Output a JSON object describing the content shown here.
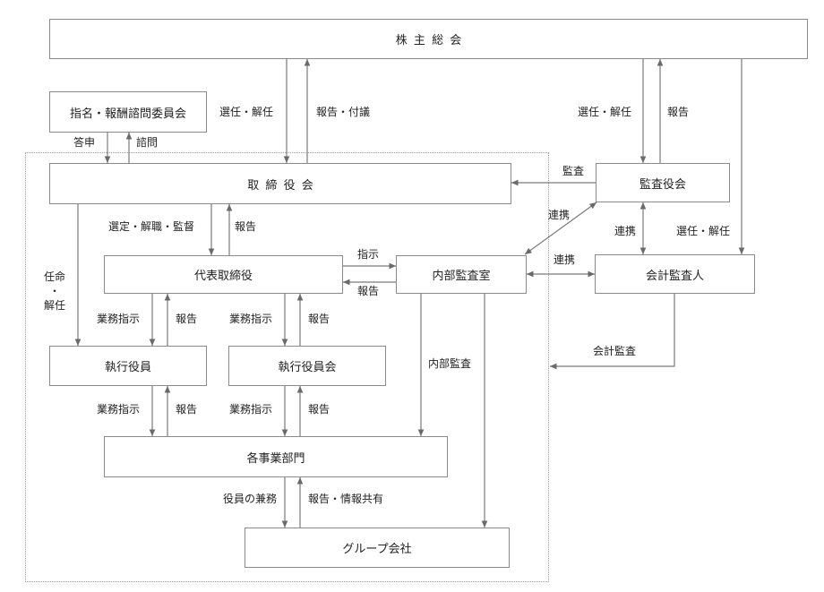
{
  "nodes": {
    "shareholders": "株主総会",
    "nomination": "指名・報酬諮問委員会",
    "board": "取締役会",
    "audit_board": "監査役会",
    "representative": "代表取締役",
    "internal_audit": "内部監査室",
    "accounting_auditor": "会計監査人",
    "executive_officer": "執行役員",
    "executive_committee": "執行役員会",
    "departments": "各事業部門",
    "group_companies": "グループ会社"
  },
  "labels": {
    "elect_dismiss_1": "選任・解任",
    "report_proposal": "報告・付議",
    "elect_dismiss_2": "選任・解任",
    "report_1": "報告",
    "answer": "答申",
    "consult": "諮問",
    "audit": "監査",
    "coop_1": "連携",
    "coop_2": "連携",
    "elect_dismiss_3": "選任・解任",
    "coop_3": "連携",
    "select_dismiss_supervise": "選定・解職・監督",
    "report_2": "報告",
    "appoint_dismiss": "任命\n・\n解任",
    "instruct": "指示",
    "report_3": "報告",
    "biz_instruct_1": "業務指示",
    "report_4": "報告",
    "biz_instruct_2": "業務指示",
    "report_5": "報告",
    "internal_audit_label": "内部監査",
    "accounting_audit": "会計監査",
    "biz_instruct_3": "業務指示",
    "report_6": "報告",
    "biz_instruct_4": "業務指示",
    "report_7": "報告",
    "concurrent_officer": "役員の兼務",
    "report_info_share": "報告・情報共有"
  }
}
